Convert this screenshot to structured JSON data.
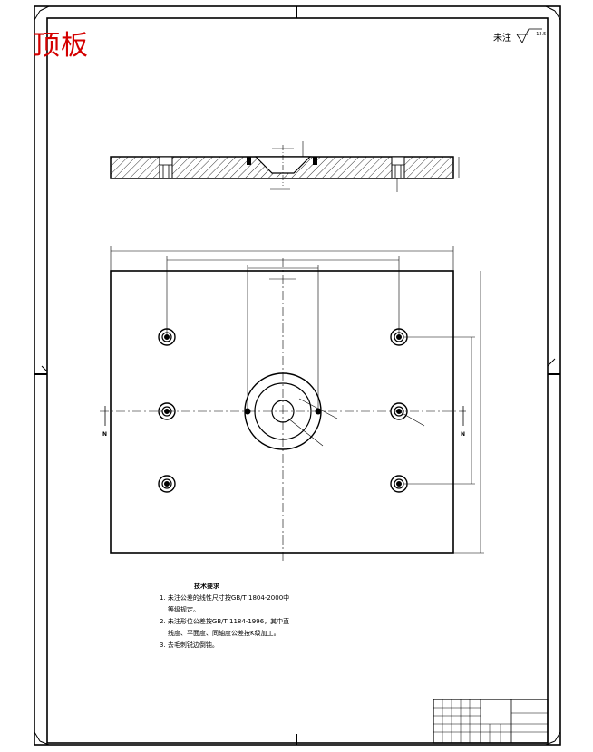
{
  "title": "顶板",
  "roughness_note": {
    "label": "未注",
    "value": "12.5"
  },
  "technical_requirements": {
    "heading": "技术要求",
    "items": [
      "1. 未注公差的线性尺寸按GB/T 1804-2000中",
      "等级规定。",
      "2. 未注形位公差按GB/T 1184-1996，其中直",
      "线度、平面度、同轴度公差按K级加工。",
      "3. 去毛刺锐边倒钝。"
    ]
  },
  "section_marks": {
    "left": "N",
    "right": "N"
  },
  "colors": {
    "title": "#d40000",
    "line": "#000000"
  }
}
